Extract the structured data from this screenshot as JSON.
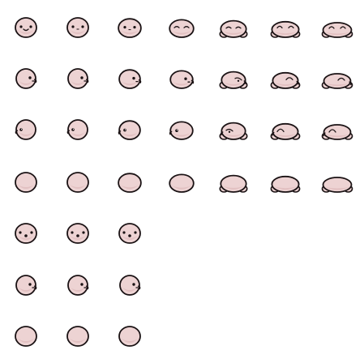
{
  "sprite_sheet": {
    "colors": {
      "body": "#edd3d3",
      "shade": "#d9b0b3",
      "outline": "#1a1214",
      "cheek": "#e4b4b8"
    },
    "rows": [
      {
        "name": "front-walk",
        "frames": [
          {
            "pose": "front",
            "face": "dot-eyes-smile",
            "squash": 0
          },
          {
            "pose": "front",
            "face": "dot-eyes",
            "squash": 0
          },
          {
            "pose": "front",
            "face": "dot-eyes",
            "squash": 1
          },
          {
            "pose": "front",
            "face": "closed-eyes",
            "squash": 2
          },
          {
            "pose": "front",
            "face": "closed-eyes",
            "squash": 3
          },
          {
            "pose": "front",
            "face": "happy-eyes",
            "squash": 4
          },
          {
            "pose": "front",
            "face": "happy-eyes",
            "squash": 5
          }
        ]
      },
      {
        "name": "side-right",
        "frames": [
          {
            "pose": "side",
            "face": "side-eye",
            "squash": 0
          },
          {
            "pose": "side",
            "face": "side-eye",
            "squash": 0
          },
          {
            "pose": "side",
            "face": "side-eye",
            "squash": 1
          },
          {
            "pose": "side",
            "face": "side-eye",
            "squash": 2
          },
          {
            "pose": "side",
            "face": "side-blink",
            "squash": 3
          },
          {
            "pose": "side",
            "face": "side-happy",
            "squash": 4
          },
          {
            "pose": "side",
            "face": "side-happy",
            "squash": 5
          }
        ]
      },
      {
        "name": "three-quarter",
        "frames": [
          {
            "pose": "quarter",
            "face": "quarter-eye",
            "squash": 0
          },
          {
            "pose": "quarter",
            "face": "quarter-eye",
            "squash": 0
          },
          {
            "pose": "quarter",
            "face": "quarter-eye",
            "squash": 1
          },
          {
            "pose": "quarter",
            "face": "quarter-eye",
            "squash": 2
          },
          {
            "pose": "quarter",
            "face": "quarter-blink",
            "squash": 3
          },
          {
            "pose": "quarter",
            "face": "quarter-happy",
            "squash": 4
          },
          {
            "pose": "quarter",
            "face": "quarter-happy",
            "squash": 5
          }
        ]
      },
      {
        "name": "back",
        "frames": [
          {
            "pose": "back",
            "face": "none",
            "squash": 0
          },
          {
            "pose": "back",
            "face": "none",
            "squash": 0
          },
          {
            "pose": "back",
            "face": "none",
            "squash": 1
          },
          {
            "pose": "back",
            "face": "none",
            "squash": 2
          },
          {
            "pose": "back",
            "face": "none",
            "squash": 3
          },
          {
            "pose": "back",
            "face": "none",
            "squash": 4
          },
          {
            "pose": "back",
            "face": "none",
            "squash": 5
          }
        ]
      },
      {
        "name": "front-idle",
        "frames": [
          {
            "pose": "front",
            "face": "dot-eyes-mouth",
            "squash": 0
          },
          {
            "pose": "front",
            "face": "dot-eyes-mouth",
            "squash": 0
          },
          {
            "pose": "front",
            "face": "dot-eyes-mouth",
            "squash": 0
          }
        ]
      },
      {
        "name": "side-idle",
        "frames": [
          {
            "pose": "side",
            "face": "side-eye",
            "squash": 0
          },
          {
            "pose": "side",
            "face": "side-eye",
            "squash": 0
          },
          {
            "pose": "side",
            "face": "side-eye",
            "squash": 0
          }
        ]
      },
      {
        "name": "back-idle",
        "frames": [
          {
            "pose": "back",
            "face": "none",
            "squash": 0
          },
          {
            "pose": "back",
            "face": "none",
            "squash": 0
          },
          {
            "pose": "back",
            "face": "none",
            "squash": 0
          }
        ]
      }
    ]
  }
}
